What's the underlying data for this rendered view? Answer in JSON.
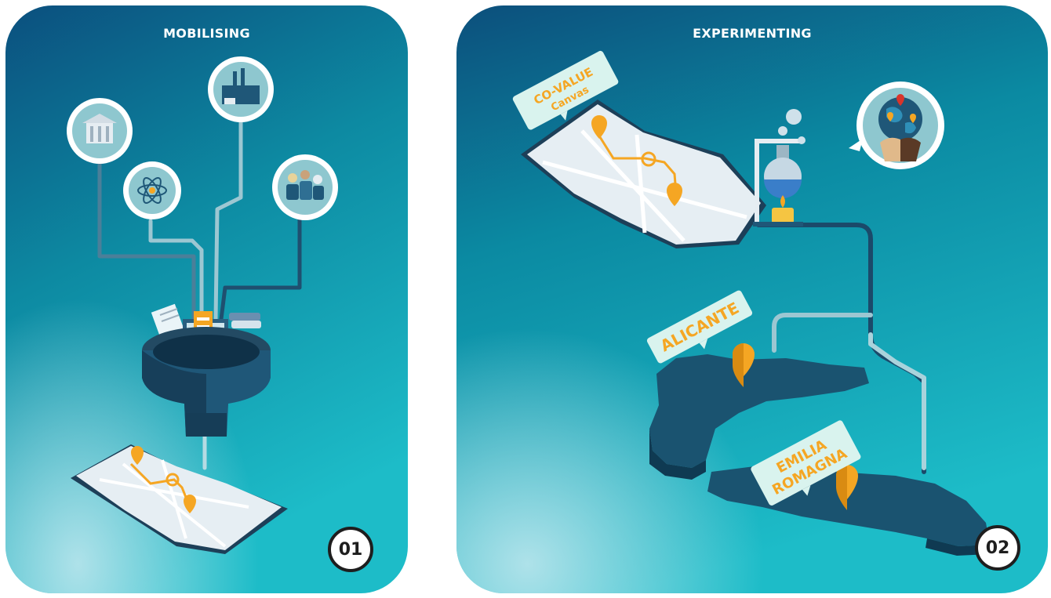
{
  "panels": [
    {
      "title": "MOBILISING",
      "number": "01"
    },
    {
      "title": "EXPERIMENTING",
      "number": "02"
    }
  ],
  "labels": {
    "canvas_line1": "CO-VALUE",
    "canvas_line2": "Canvas",
    "alicante": "ALICANTE",
    "emilia_line1": "EMILIA",
    "emilia_line2": "ROMAGNA"
  },
  "colors": {
    "panel_top": "#0b5a86",
    "panel_mid": "#0c8fa4",
    "panel_bottom": "#17b7c6",
    "pipe": "#1b4a6a",
    "funnel": "#1f5778",
    "pin": "#f5a623",
    "region": "#1a5370",
    "label_bg": "#d9f3ee"
  },
  "icons": [
    "museum-icon",
    "atom-icon",
    "factory-icon",
    "community-icon",
    "lab-flask-icon",
    "globe-hands-icon"
  ]
}
